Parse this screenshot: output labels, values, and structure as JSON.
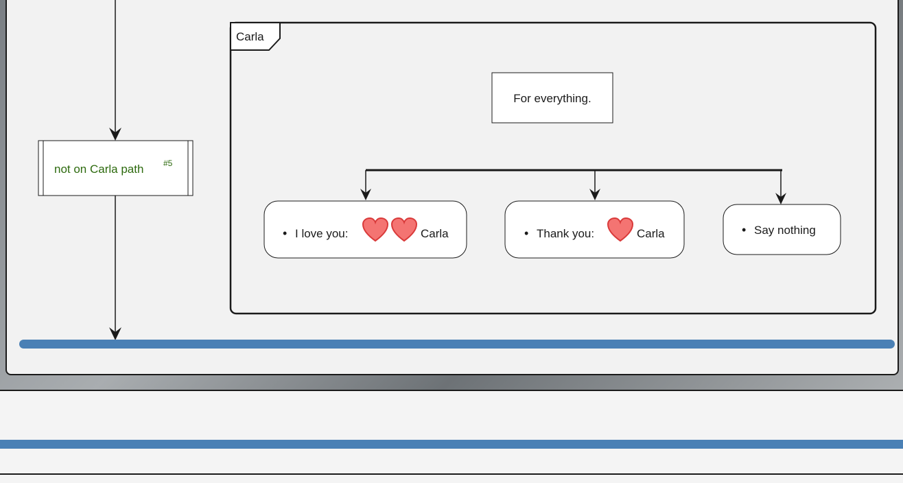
{
  "diagram": {
    "frame_label": "Carla",
    "sub_process": {
      "text": "not on Carla path",
      "superscript": "#5",
      "text_color": "#2d6a0e"
    },
    "note": {
      "text": "For everything."
    },
    "options": [
      {
        "bullet": "•",
        "text": "I love you:",
        "hearts": 2,
        "suffix": "Carla"
      },
      {
        "bullet": "•",
        "text": "Thank you:",
        "hearts": 1,
        "suffix": "Carla"
      },
      {
        "bullet": "•",
        "text": "Say nothing",
        "hearts": 0,
        "suffix": ""
      }
    ],
    "colors": {
      "sync_bar": "#4a80b5",
      "heart_fill": "#f47472",
      "heart_stroke": "#d93a3a"
    }
  }
}
